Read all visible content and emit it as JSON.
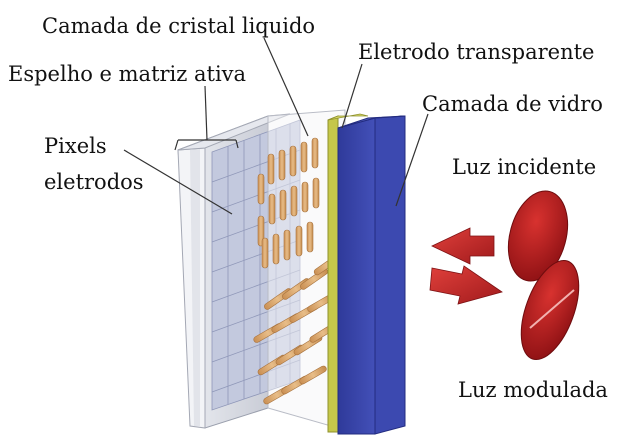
{
  "labels": {
    "liquid_crystal_layer": "Camada de cristal liquido",
    "transparent_electrode": "Eletrodo transparente",
    "mirror_active_matrix": "Espelho e matriz ativa",
    "glass_layer": "Camada de vidro",
    "pixels_line1": "Pixels",
    "pixels_line2": "eletrodos",
    "incident_light": "Luz incidente",
    "modulated_light": "Luz modulada"
  },
  "colors": {
    "glass_blue": "#3a46a8",
    "electrode_yellow": "#cfd05a",
    "light_red": "#b21f24",
    "crystal_tan": "#d9a66a",
    "backplane_gray": "#d8dbe2"
  }
}
